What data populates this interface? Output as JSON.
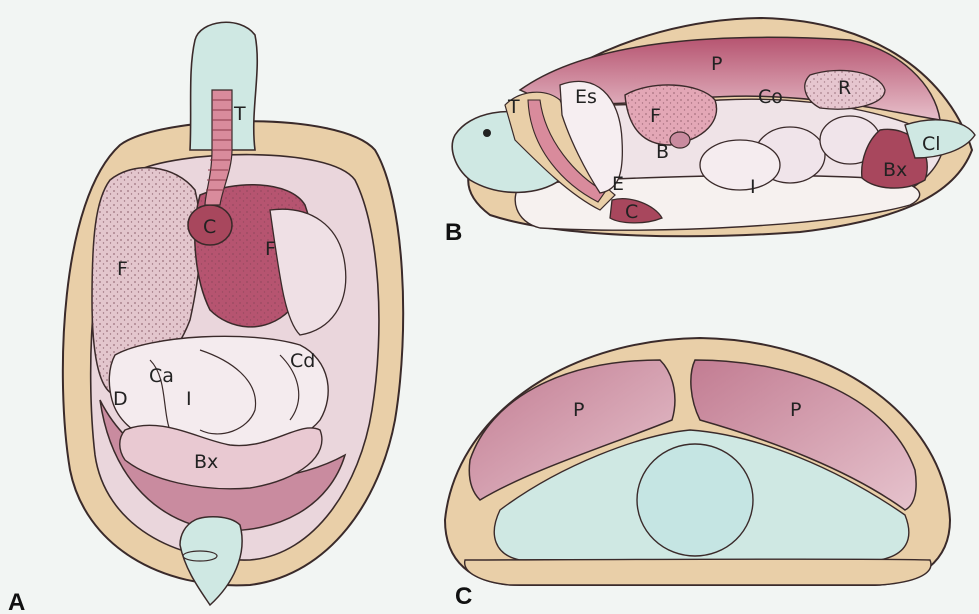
{
  "panels": {
    "a": "A",
    "b": "B",
    "c": "C"
  },
  "panel_a_labels": {
    "trachea": "T",
    "heart": "C",
    "lung_left": "F",
    "lung_right": "F",
    "stomach": "Ca",
    "colon": "Cd",
    "duodenum": "D",
    "intestine": "I",
    "bladder": "Bx"
  },
  "panel_b_labels": {
    "lung": "P",
    "trachea": "T",
    "esophagus": "Es",
    "liver": "F",
    "kidney": "R",
    "colon": "Co",
    "gallbladder": "B",
    "stomach_end": "E",
    "cloaca": "Cl",
    "bladder": "Bx",
    "intestine": "I",
    "heart": "C"
  },
  "panel_c_labels": {
    "lung_left": "P",
    "lung_right": "P"
  },
  "colors": {
    "background": "#f2f5f3",
    "shell": "#e9cfa8",
    "lung": "#c98b9f",
    "lung_dark": "#a8475d",
    "organ_pink": "#eed7dd",
    "tissue_teal": "#cfe8e3",
    "outline": "#3a2a2a"
  }
}
